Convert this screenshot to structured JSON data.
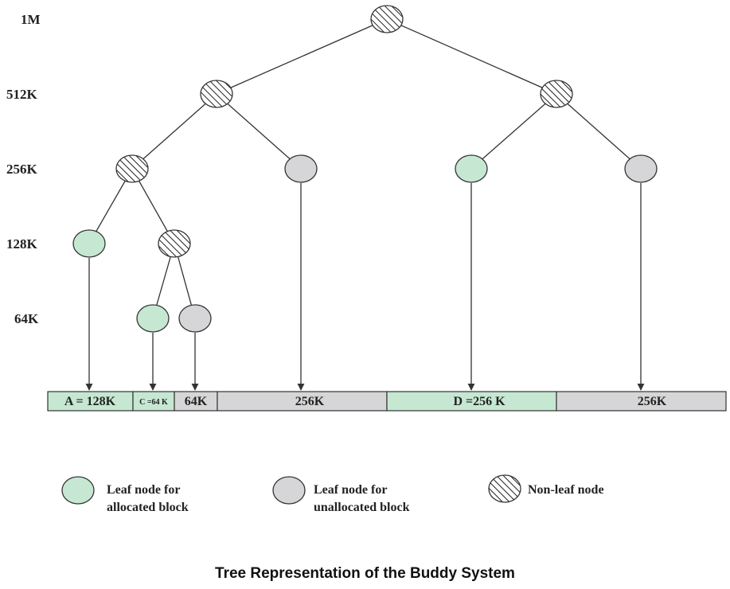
{
  "levels": [
    "1M",
    "512K",
    "256K",
    "128K",
    "64K"
  ],
  "colors": {
    "allocated": "#c6e8d2",
    "unallocated": "#d6d6d8",
    "line": "#333333"
  },
  "tree": {
    "root": "non-leaf",
    "level_512K": [
      "non-leaf",
      "non-leaf"
    ],
    "level_256K": [
      "non-leaf",
      "unallocated",
      "allocated",
      "unallocated"
    ],
    "level_128K": [
      "allocated",
      "non-leaf"
    ],
    "level_64K": [
      "allocated",
      "unallocated"
    ]
  },
  "blocks": [
    {
      "label": "A = 128K",
      "state": "allocated",
      "size_k": 128
    },
    {
      "label": "C =64 K",
      "state": "allocated",
      "size_k": 64
    },
    {
      "label": "64K",
      "state": "unallocated",
      "size_k": 64
    },
    {
      "label": "256K",
      "state": "unallocated",
      "size_k": 256
    },
    {
      "label": "D =256 K",
      "state": "allocated",
      "size_k": 256
    },
    {
      "label": "256K",
      "state": "unallocated",
      "size_k": 256
    }
  ],
  "legend": {
    "allocated": {
      "line1": "Leaf node for",
      "line2": "allocated block"
    },
    "unallocated": {
      "line1": "Leaf node for",
      "line2": "unallocated block"
    },
    "nonleaf": {
      "label": "Non-leaf node"
    }
  },
  "caption": "Tree Representation of the Buddy System"
}
